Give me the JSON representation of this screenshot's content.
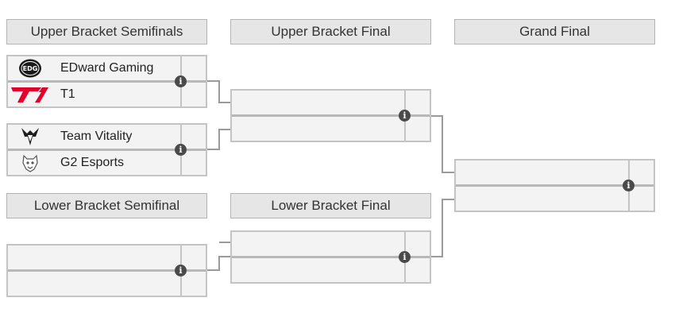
{
  "headers": {
    "upper_semis": "Upper Bracket Semifinals",
    "upper_final": "Upper Bracket Final",
    "grand_final": "Grand Final",
    "lower_semi": "Lower Bracket Semifinal",
    "lower_final": "Lower Bracket Final"
  },
  "matches": {
    "upper_semi_1": {
      "team1": "EDward Gaming",
      "team2": "T1"
    },
    "upper_semi_2": {
      "team1": "Team Vitality",
      "team2": "G2 Esports"
    }
  },
  "icons": {
    "match_info": "info-icon",
    "team_logos": [
      "edg-logo",
      "t1-logo",
      "vitality-logo",
      "g2-logo"
    ]
  },
  "colors": {
    "header_bg": "#e6e6e6",
    "match_bg": "#f3f3f3",
    "connector": "#9a9a9a",
    "t1_red": "#e2012d",
    "info_icon": "#4a4a4a"
  }
}
